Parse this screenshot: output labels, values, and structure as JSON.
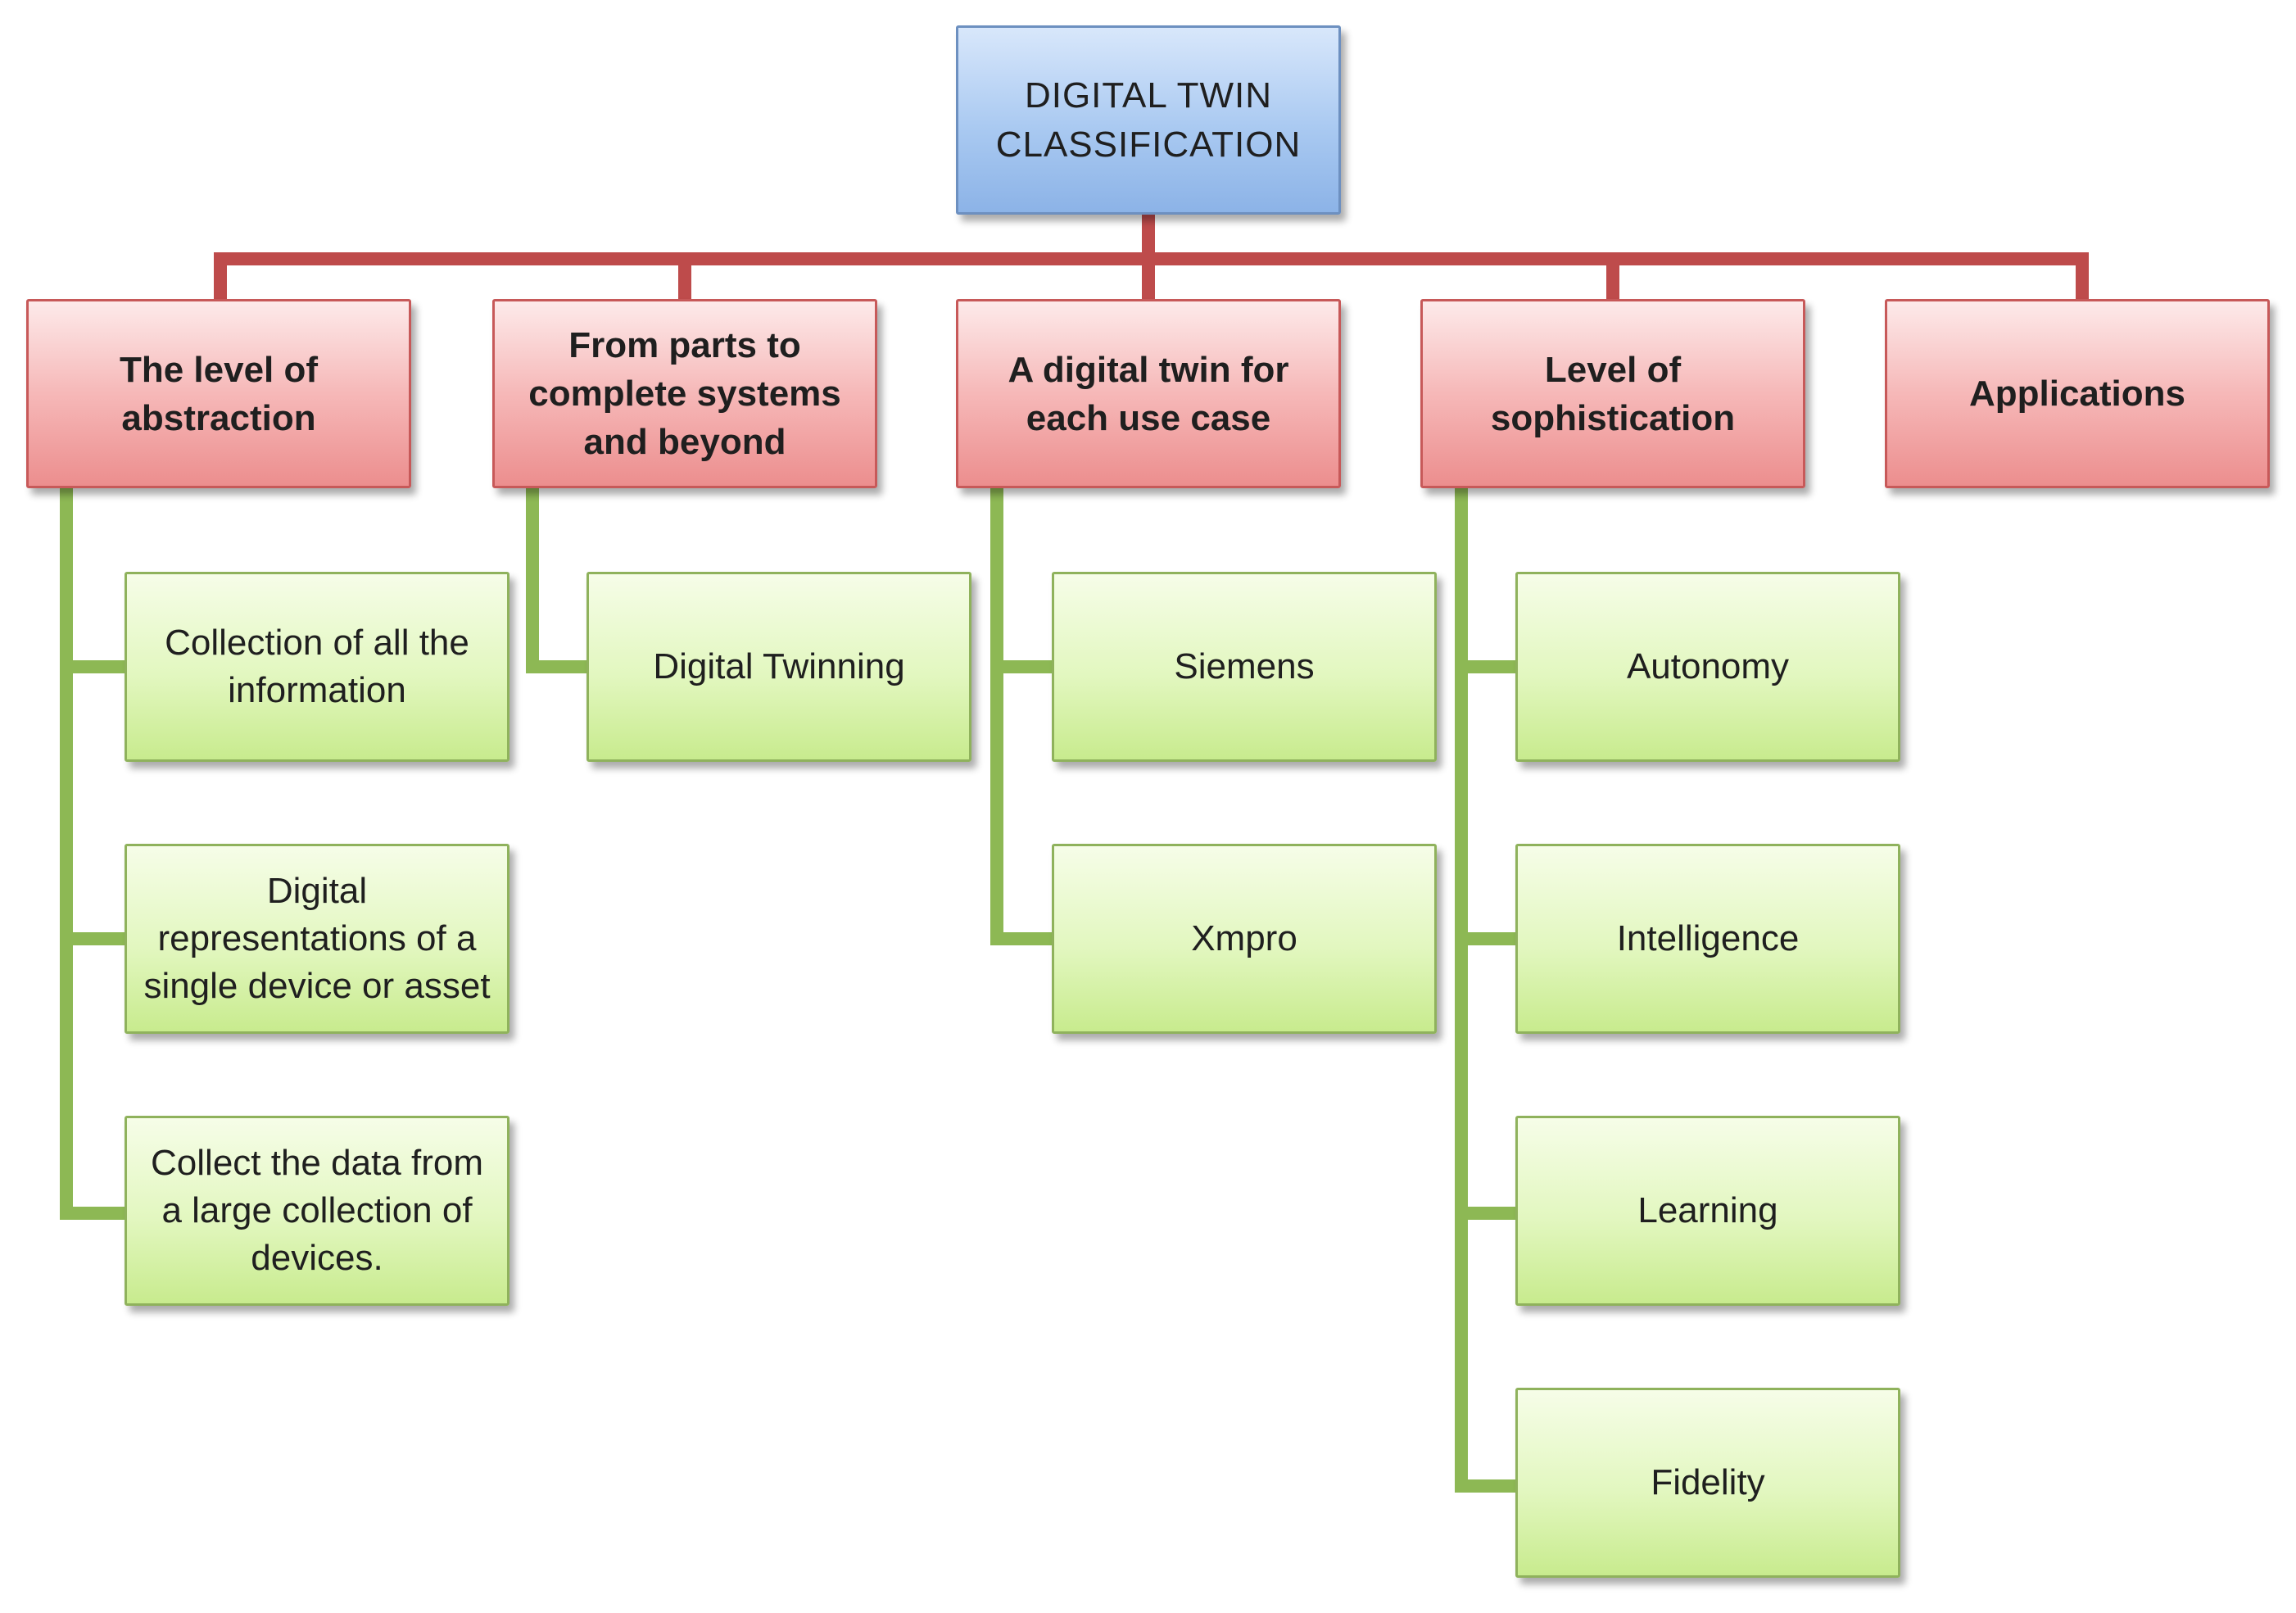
{
  "diagram": {
    "root": {
      "label": "DIGITAL TWIN\nCLASSIFICATION"
    },
    "categories": [
      {
        "label": "The level of\nabstraction",
        "children": [
          "Collection of all the\ninformation",
          "Digital\nrepresentations of a\nsingle device or asset",
          "Collect the data from\na large collection of\ndevices."
        ]
      },
      {
        "label": "From parts to\ncomplete systems\nand beyond",
        "children": [
          "Digital Twinning"
        ]
      },
      {
        "label": "A digital twin for\neach use case",
        "children": [
          "Siemens",
          "Xmpro"
        ]
      },
      {
        "label": "Level of\nsophistication",
        "children": [
          "Autonomy",
          "Intelligence",
          "Learning",
          "Fidelity"
        ]
      },
      {
        "label": "Applications",
        "children": []
      }
    ],
    "colors": {
      "root_fill": "#a9c9f1",
      "category_fill": "#f6b8b8",
      "leaf_fill": "#e2f7bf",
      "category_connector": "#be4b4b",
      "leaf_connector": "#8db854"
    }
  }
}
